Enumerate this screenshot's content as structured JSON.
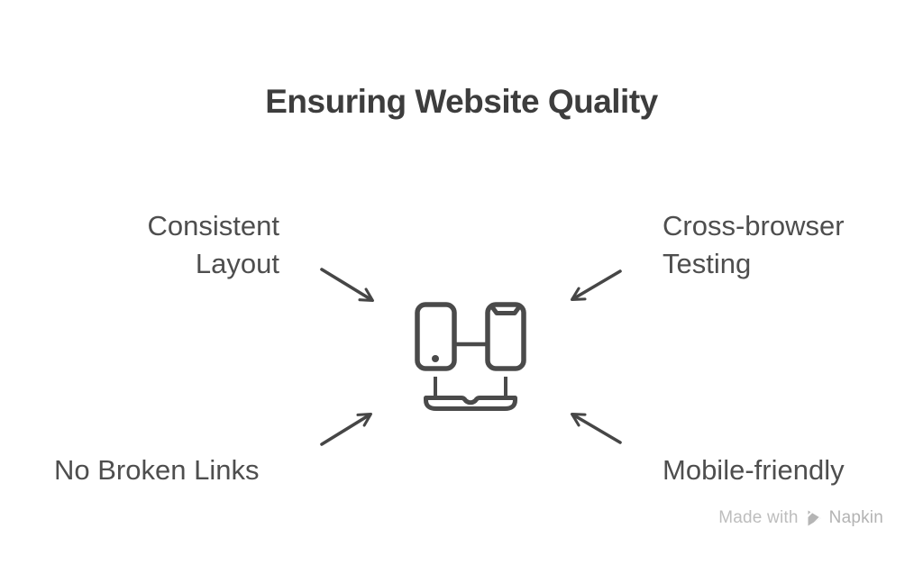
{
  "title": "Ensuring Website Quality",
  "diagram": {
    "center_icon": "responsive-devices-icon",
    "labels": [
      {
        "id": "top-left",
        "text": "Consistent Layout"
      },
      {
        "id": "top-right",
        "text": "Cross-browser Testing"
      },
      {
        "id": "bottom-left",
        "text": "No Broken Links"
      },
      {
        "id": "bottom-right",
        "text": "Mobile-friendly"
      }
    ],
    "arrows": [
      {
        "from": "top-left",
        "direction": "down-right"
      },
      {
        "from": "top-right",
        "direction": "down-left"
      },
      {
        "from": "bottom-left",
        "direction": "up-right"
      },
      {
        "from": "bottom-right",
        "direction": "up-left"
      }
    ]
  },
  "watermark": {
    "made_with": "Made with",
    "brand": "Napkin",
    "logo": "napkin-logo-icon"
  },
  "colors": {
    "background": "#ffffff",
    "title": "#3d3d3d",
    "label": "#4e4e4e",
    "stroke": "#4a4a4a",
    "watermark": "#bdbdbd"
  }
}
